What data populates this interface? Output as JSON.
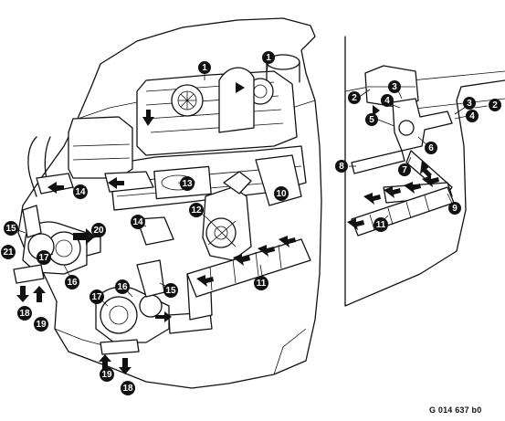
{
  "figure": {
    "reference_code": "G 014 637 b0",
    "callouts": [
      {
        "id": "c1a",
        "n": "1"
      },
      {
        "id": "c1b",
        "n": "1"
      },
      {
        "id": "c2a",
        "n": "2"
      },
      {
        "id": "c2b",
        "n": "2"
      },
      {
        "id": "c3a",
        "n": "3"
      },
      {
        "id": "c3b",
        "n": "3"
      },
      {
        "id": "c4a",
        "n": "4"
      },
      {
        "id": "c4b",
        "n": "4"
      },
      {
        "id": "c5",
        "n": "5"
      },
      {
        "id": "c6",
        "n": "6"
      },
      {
        "id": "c7",
        "n": "7"
      },
      {
        "id": "c8",
        "n": "8"
      },
      {
        "id": "c9",
        "n": "9"
      },
      {
        "id": "c10",
        "n": "10"
      },
      {
        "id": "c11a",
        "n": "11"
      },
      {
        "id": "c11b",
        "n": "11"
      },
      {
        "id": "c12",
        "n": "12"
      },
      {
        "id": "c13",
        "n": "13"
      },
      {
        "id": "c14a",
        "n": "14"
      },
      {
        "id": "c14b",
        "n": "14"
      },
      {
        "id": "c15a",
        "n": "15"
      },
      {
        "id": "c15b",
        "n": "15"
      },
      {
        "id": "c16a",
        "n": "16"
      },
      {
        "id": "c16b",
        "n": "16"
      },
      {
        "id": "c17a",
        "n": "17"
      },
      {
        "id": "c17b",
        "n": "17"
      },
      {
        "id": "c18a",
        "n": "18"
      },
      {
        "id": "c18b",
        "n": "18"
      },
      {
        "id": "c19a",
        "n": "19"
      },
      {
        "id": "c19b",
        "n": "19"
      },
      {
        "id": "c20",
        "n": "20"
      },
      {
        "id": "c21",
        "n": "21"
      }
    ]
  }
}
